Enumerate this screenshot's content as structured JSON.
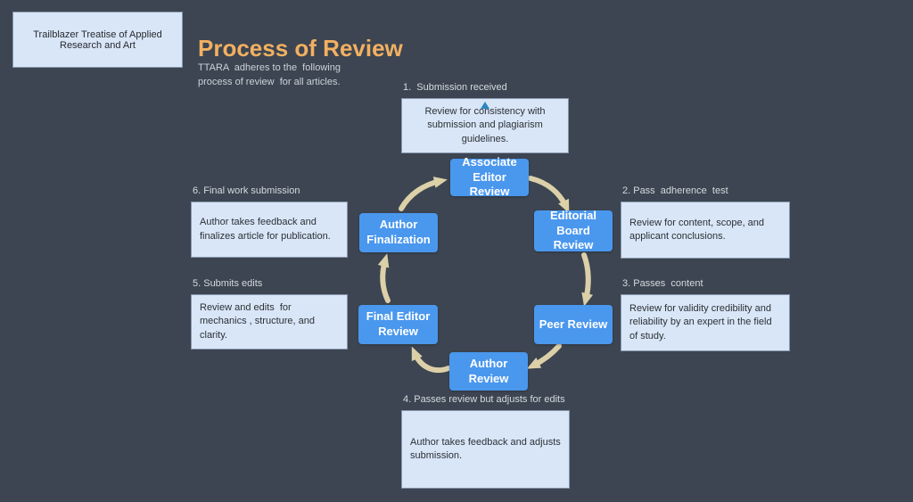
{
  "colors": {
    "background": "#3c4551",
    "title_accent": "#f2b061",
    "node_fill": "#4a97ee",
    "node_text": "#ffffff",
    "annotation_fill": "#d9e6f8",
    "annotation_border": "#8797ad",
    "arrow": "#dcd0a9",
    "pointer_triangle": "#2e86c1"
  },
  "header": {
    "org_title": "Trailblazer Treatise of Applied Research and Art",
    "title": "Process of Review",
    "subtitle": "TTARA  adheres to the  following process of review  for all articles."
  },
  "cycle": {
    "nodes": [
      {
        "label": "Associate Editor Review"
      },
      {
        "label": "Editorial Board Review"
      },
      {
        "label": "Peer Review"
      },
      {
        "label": "Author Review"
      },
      {
        "label": "Final Editor Review"
      },
      {
        "label": "Author Finalization"
      }
    ],
    "annotations": [
      {
        "label": "1.  Submission received",
        "text": "Review for consistency with submission and plagiarism guidelines."
      },
      {
        "label": "2. Pass  adherence  test",
        "text": "Review for content, scope, and applicant conclusions."
      },
      {
        "label": "3. Passes  content",
        "text": "Review for validity credibility and reliability by an expert in the field of study."
      },
      {
        "label": "4. Passes review but adjusts for edits",
        "text": "Author takes feedback and adjusts submission."
      },
      {
        "label": "5. Submits edits",
        "text": "Review and edits  for mechanics , structure, and clarity."
      },
      {
        "label": "6. Final work submission",
        "text": "Author takes feedback and finalizes article for publication."
      }
    ]
  }
}
